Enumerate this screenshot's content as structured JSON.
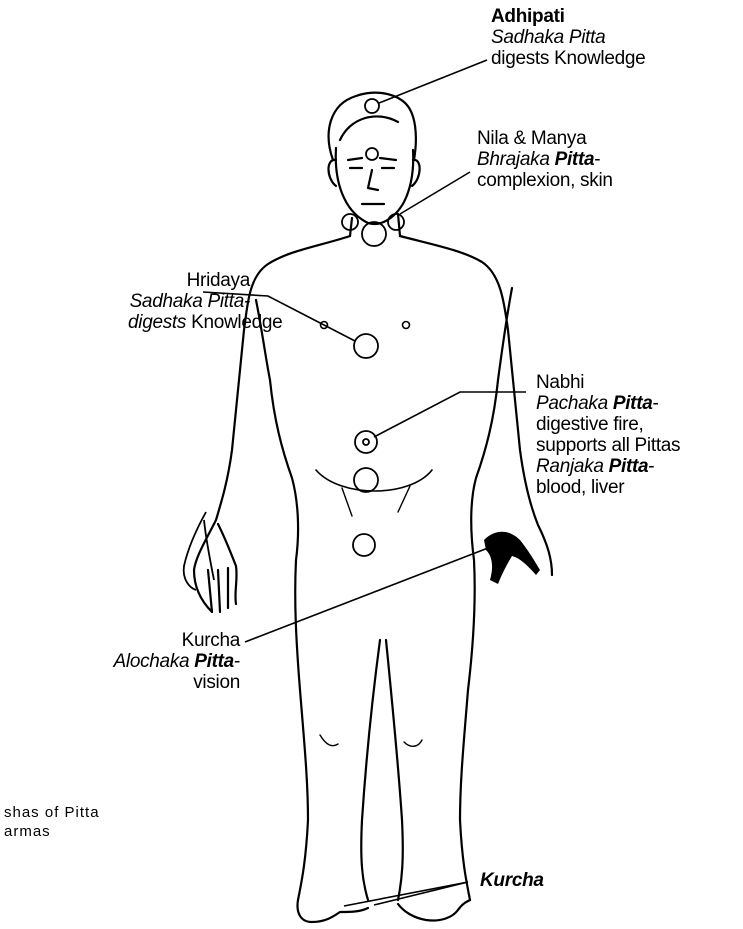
{
  "labels": {
    "adhipati": {
      "name": "Adhipati",
      "subdosha": "Sadhaka Pitta",
      "function": "digests Knowledge"
    },
    "nila_manya": {
      "name": "Nila & Manya",
      "subdosha": "Bhrajaka ",
      "subdosha_bold": "Pitta",
      "function_prefix": "-",
      "function": "complexion, skin"
    },
    "hridaya": {
      "name": "Hridaya",
      "subdosha": "Sadhaka Pitta-",
      "function_prefix": "digests",
      "function": " Knowledge"
    },
    "nabhi": {
      "name": "Nabhi",
      "subdosha1": "Pachaka ",
      "subdosha1_bold": "Pitta",
      "function1_a": "-",
      "function1_b": "digestive fire,",
      "function1_c": "supports all Pittas",
      "subdosha2": "Ranjaka ",
      "subdosha2_bold": "Pitta",
      "function2_a": "-",
      "function2_b": "blood, liver"
    },
    "kurcha_hand": {
      "name": "Kurcha",
      "subdosha": "Alochaka ",
      "subdosha_bold": "Pitta",
      "function_a": "-",
      "function_b": "vision"
    },
    "kurcha_foot": {
      "name": "Kurcha"
    }
  },
  "caption": {
    "line1": "shas of Pitta",
    "line2": "armas"
  }
}
